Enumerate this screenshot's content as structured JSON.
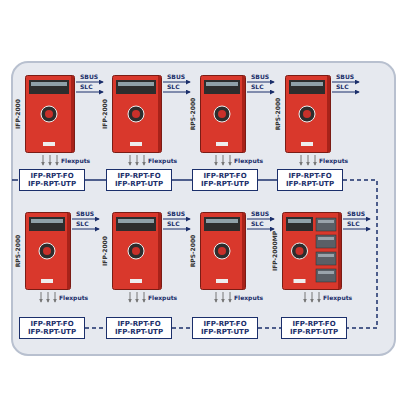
{
  "diagram": {
    "nodes": [
      {
        "text": [
          "IFP-2000"
        ]
      },
      {
        "text": [
          "IFP-2000"
        ]
      },
      {
        "text": [
          "RPS-2000"
        ]
      },
      {
        "text": [
          "RPS-2000"
        ]
      },
      {
        "text": [
          "IFP-RPT-FO IFP-RPT-UTP"
        ]
      },
      {
        "text": [
          "IFP-RPT-FO IFP-RPT-UTP"
        ]
      },
      {
        "text": [
          "IFP-RPT-FO IFP-RPT-UTP"
        ]
      },
      {
        "text": [
          "IFP-RPT-FO IFP-RPT-UTP"
        ]
      },
      {
        "text": [
          "RPS-2000"
        ]
      },
      {
        "text": [
          "IFP-2000"
        ]
      },
      {
        "text": [
          "RPS-2000"
        ]
      },
      {
        "text": [
          "IFP-2000MP"
        ]
      },
      {
        "text": [
          "IFP-RPT-FO IFP-RPT-UTP"
        ]
      },
      {
        "text": [
          "IFP-RPT-FO IFP-RPT-UTP"
        ]
      },
      {
        "text": [
          "IFP-RPT-FO IFP-RPT-UTP"
        ]
      },
      {
        "text": [
          "IFP-RPT-FO IFP-RPT-UTP"
        ]
      }
    ],
    "edges": [
      {
        "from": 4,
        "to": 5,
        "arrow": "none"
      },
      {
        "from": 5,
        "to": 6,
        "arrow": "none"
      },
      {
        "from": 6,
        "to": 7,
        "arrow": "none"
      },
      {
        "from": 7,
        "to": 15,
        "arrow": "none"
      },
      {
        "from": 12,
        "to": 13,
        "arrow": "none"
      },
      {
        "from": 13,
        "to": 14,
        "arrow": "none"
      },
      {
        "from": 14,
        "to": 15,
        "arrow": "none"
      }
    ],
    "labels": [
      "SBUS",
      "SLC",
      "Flexputs",
      "SBUS",
      "SLC",
      "Flexputs",
      "SBUS",
      "SLC",
      "Flexputs",
      "SBUS",
      "SLC",
      "Flexputs",
      "SBUS",
      "SLC",
      "Flexputs",
      "SBUS",
      "SLC",
      "Flexputs",
      "SBUS",
      "SLC",
      "Flexputs",
      "SBUS",
      "SLC",
      "Flexputs"
    ]
  }
}
